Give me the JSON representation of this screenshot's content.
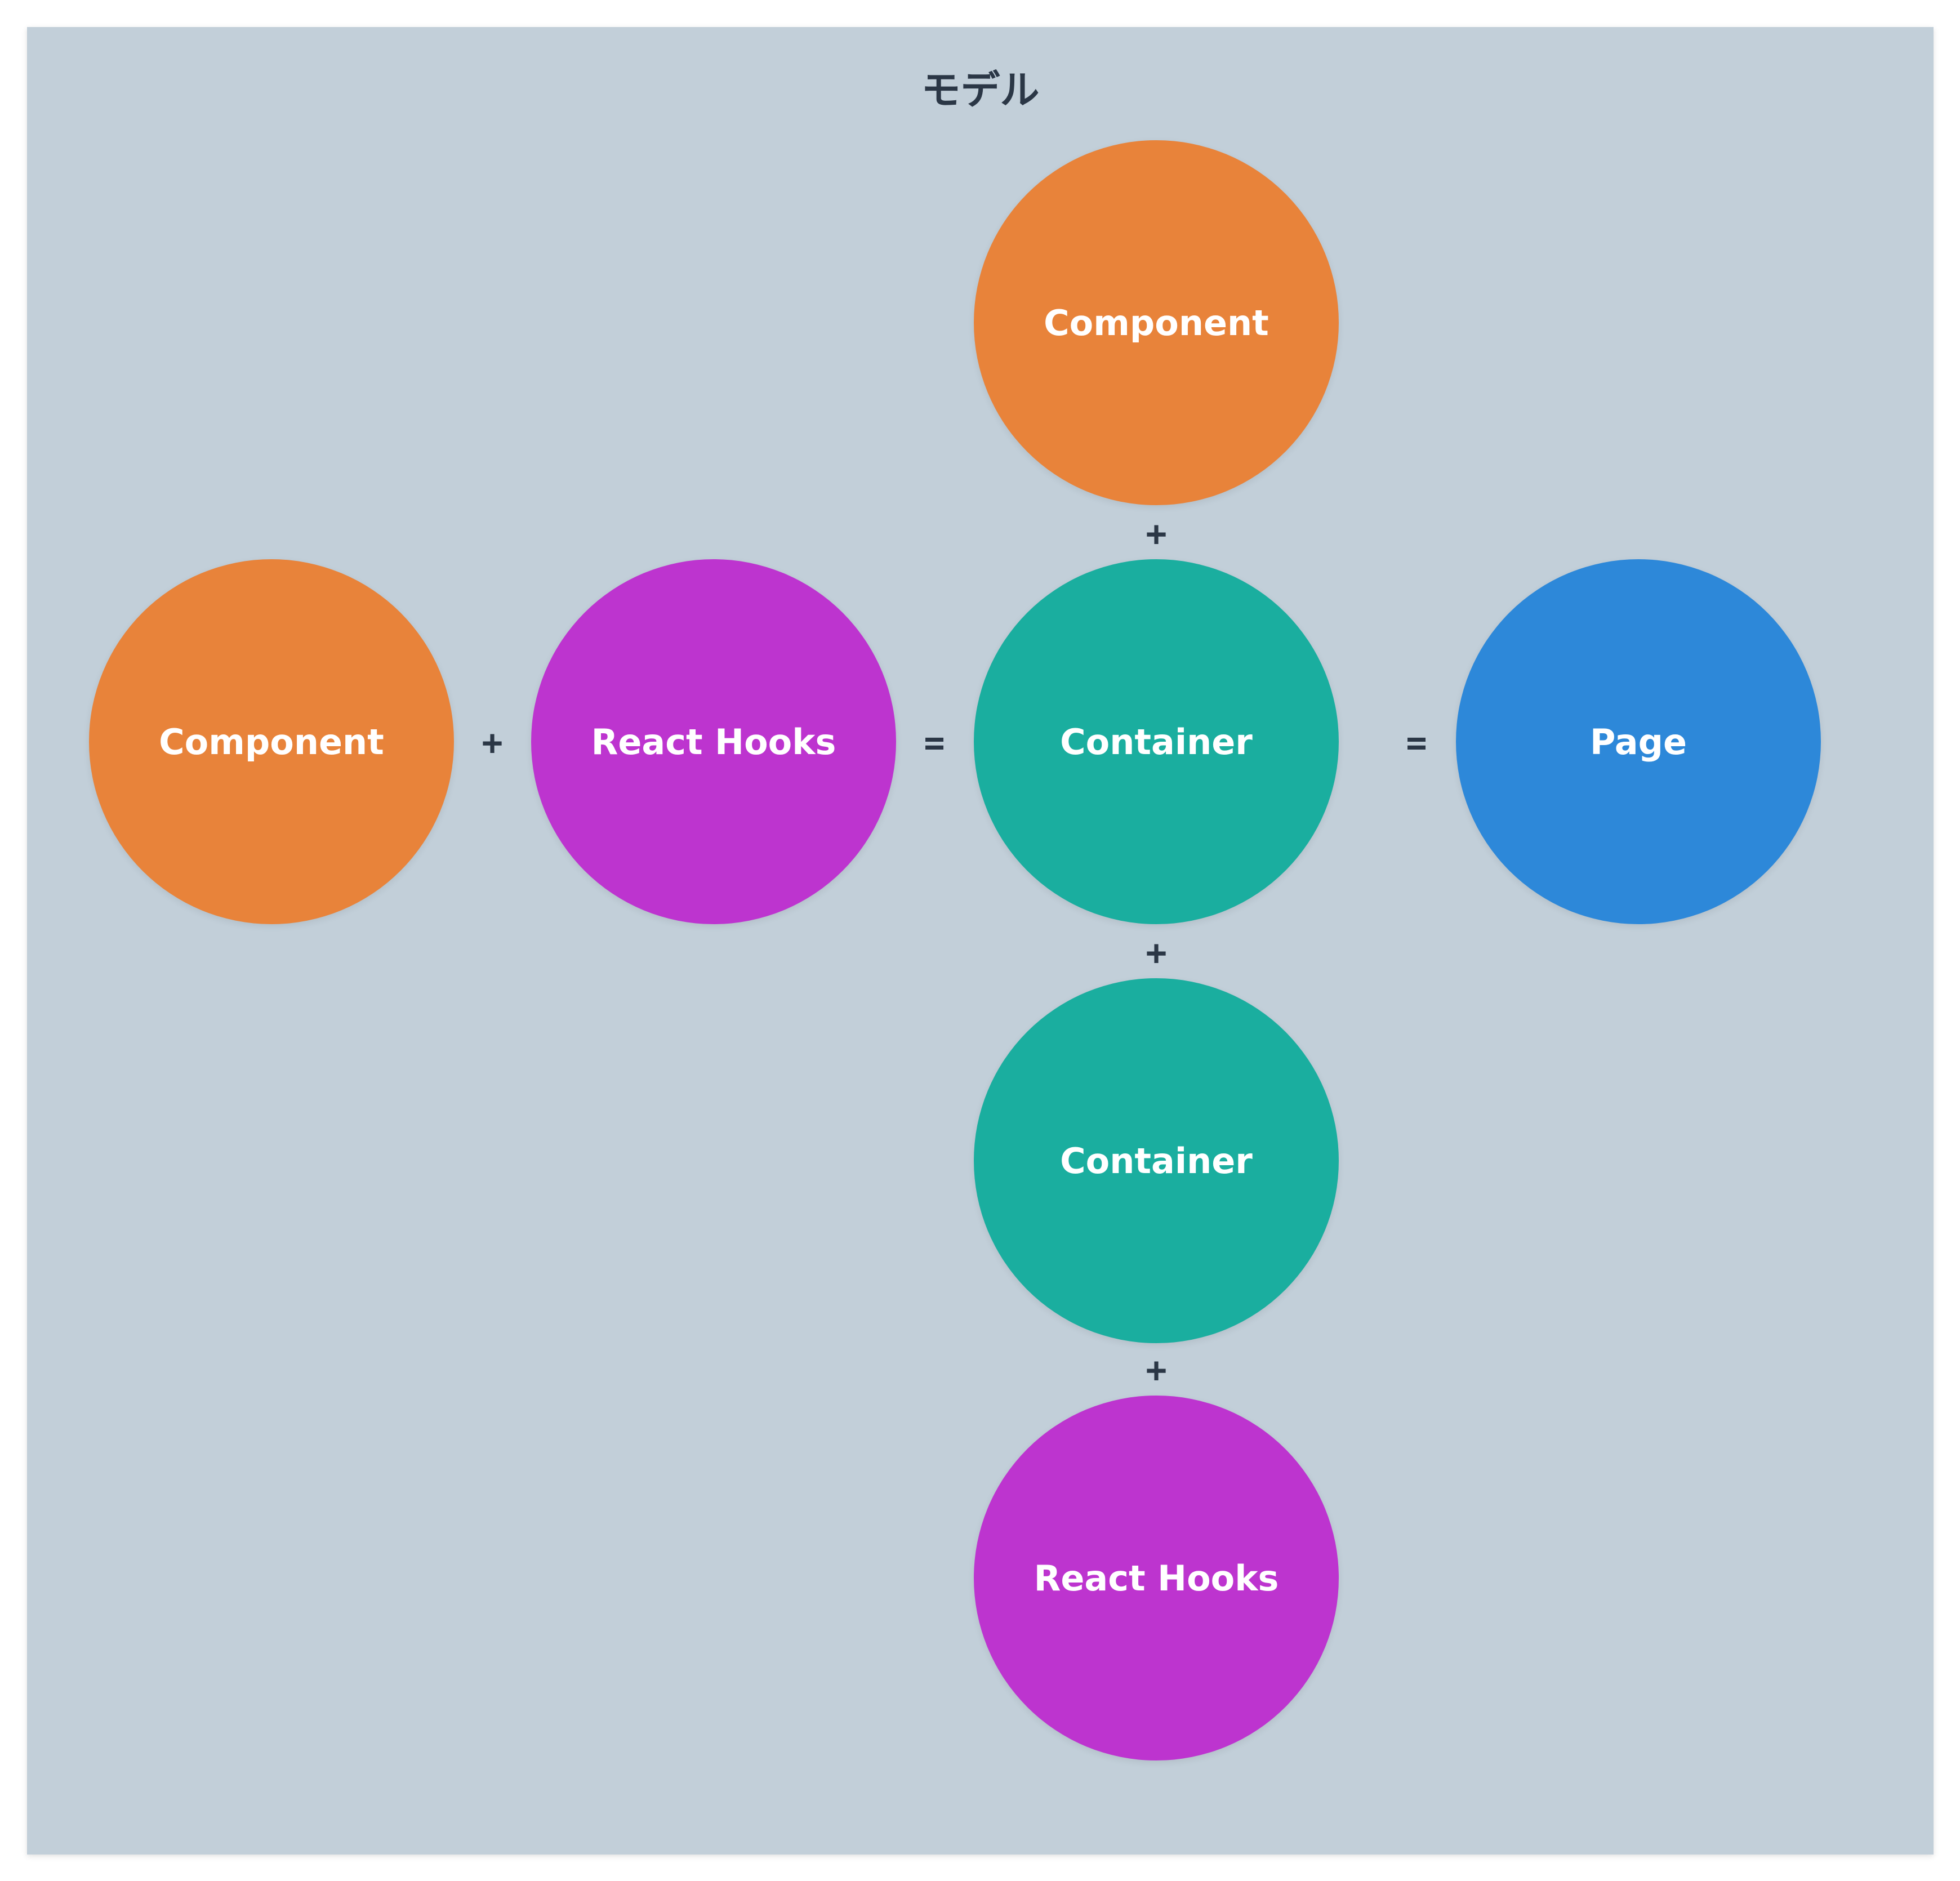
{
  "diagram": {
    "title": "モデル",
    "background_color": "#c2cfd9",
    "nodes": {
      "component_left": {
        "label": "Component",
        "color": "#e8833a"
      },
      "hooks_left": {
        "label": "React Hooks",
        "color": "#bd34cf"
      },
      "container_center": {
        "label": "Container",
        "color": "#1aae9f"
      },
      "page": {
        "label": "Page",
        "color": "#2d88d9"
      },
      "component_top": {
        "label": "Component",
        "color": "#e8833a"
      },
      "container_bottom": {
        "label": "Container",
        "color": "#1aae9f"
      },
      "hooks_bottom": {
        "label": "React Hooks",
        "color": "#bd34cf"
      }
    },
    "operators": {
      "plus_left": "+",
      "eq_left": "=",
      "eq_right": "=",
      "plus_top": "+",
      "plus_mid": "+",
      "plus_bottom": "+"
    }
  }
}
